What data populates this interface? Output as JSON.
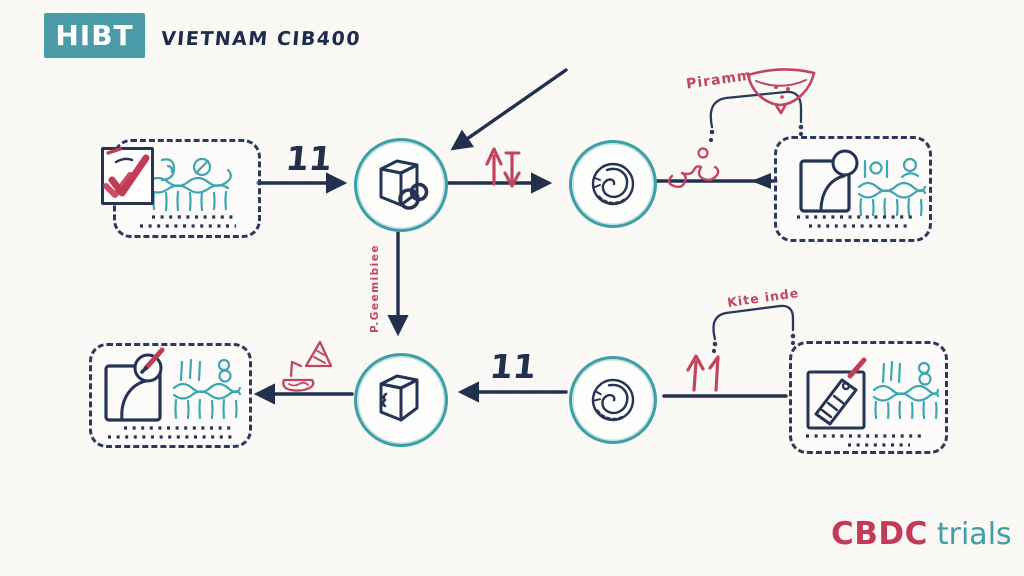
{
  "header": {
    "logo": "HIBT",
    "title": "VIETNAM CIB400"
  },
  "flow_labels": {
    "top_arrow": "11",
    "bottom_arrow": "11",
    "vertical_note": "P.Geemibiee",
    "funnel_note": "Piramm",
    "kite_note": "Kite inde"
  },
  "footer": {
    "cbdc": "CBDC",
    "trials": "trials"
  },
  "colors": {
    "brand_teal": "#4a9aa8",
    "ink_navy": "#22304e",
    "accent_red": "#c2455e",
    "doodle_teal": "#3ba7b3",
    "background": "#faf9f6"
  },
  "icons": {
    "checkbox": "checked-checkbox-icon",
    "blockchain_cube": "cube-chain-icon",
    "coin": "coin-icon",
    "id_card": "person-id-card-icon",
    "signing_card": "person-signing-icon",
    "package": "package-cube-icon",
    "tag": "tag-label-icon",
    "funnel_bowl": "bowl-icon",
    "figure_scribble": "scribble-figure-icon",
    "sailboat": "sailboat-icon",
    "up_down_arrows": "up-down-arrows-icon",
    "up_arrow_one": "up-arrow-one-icon"
  }
}
